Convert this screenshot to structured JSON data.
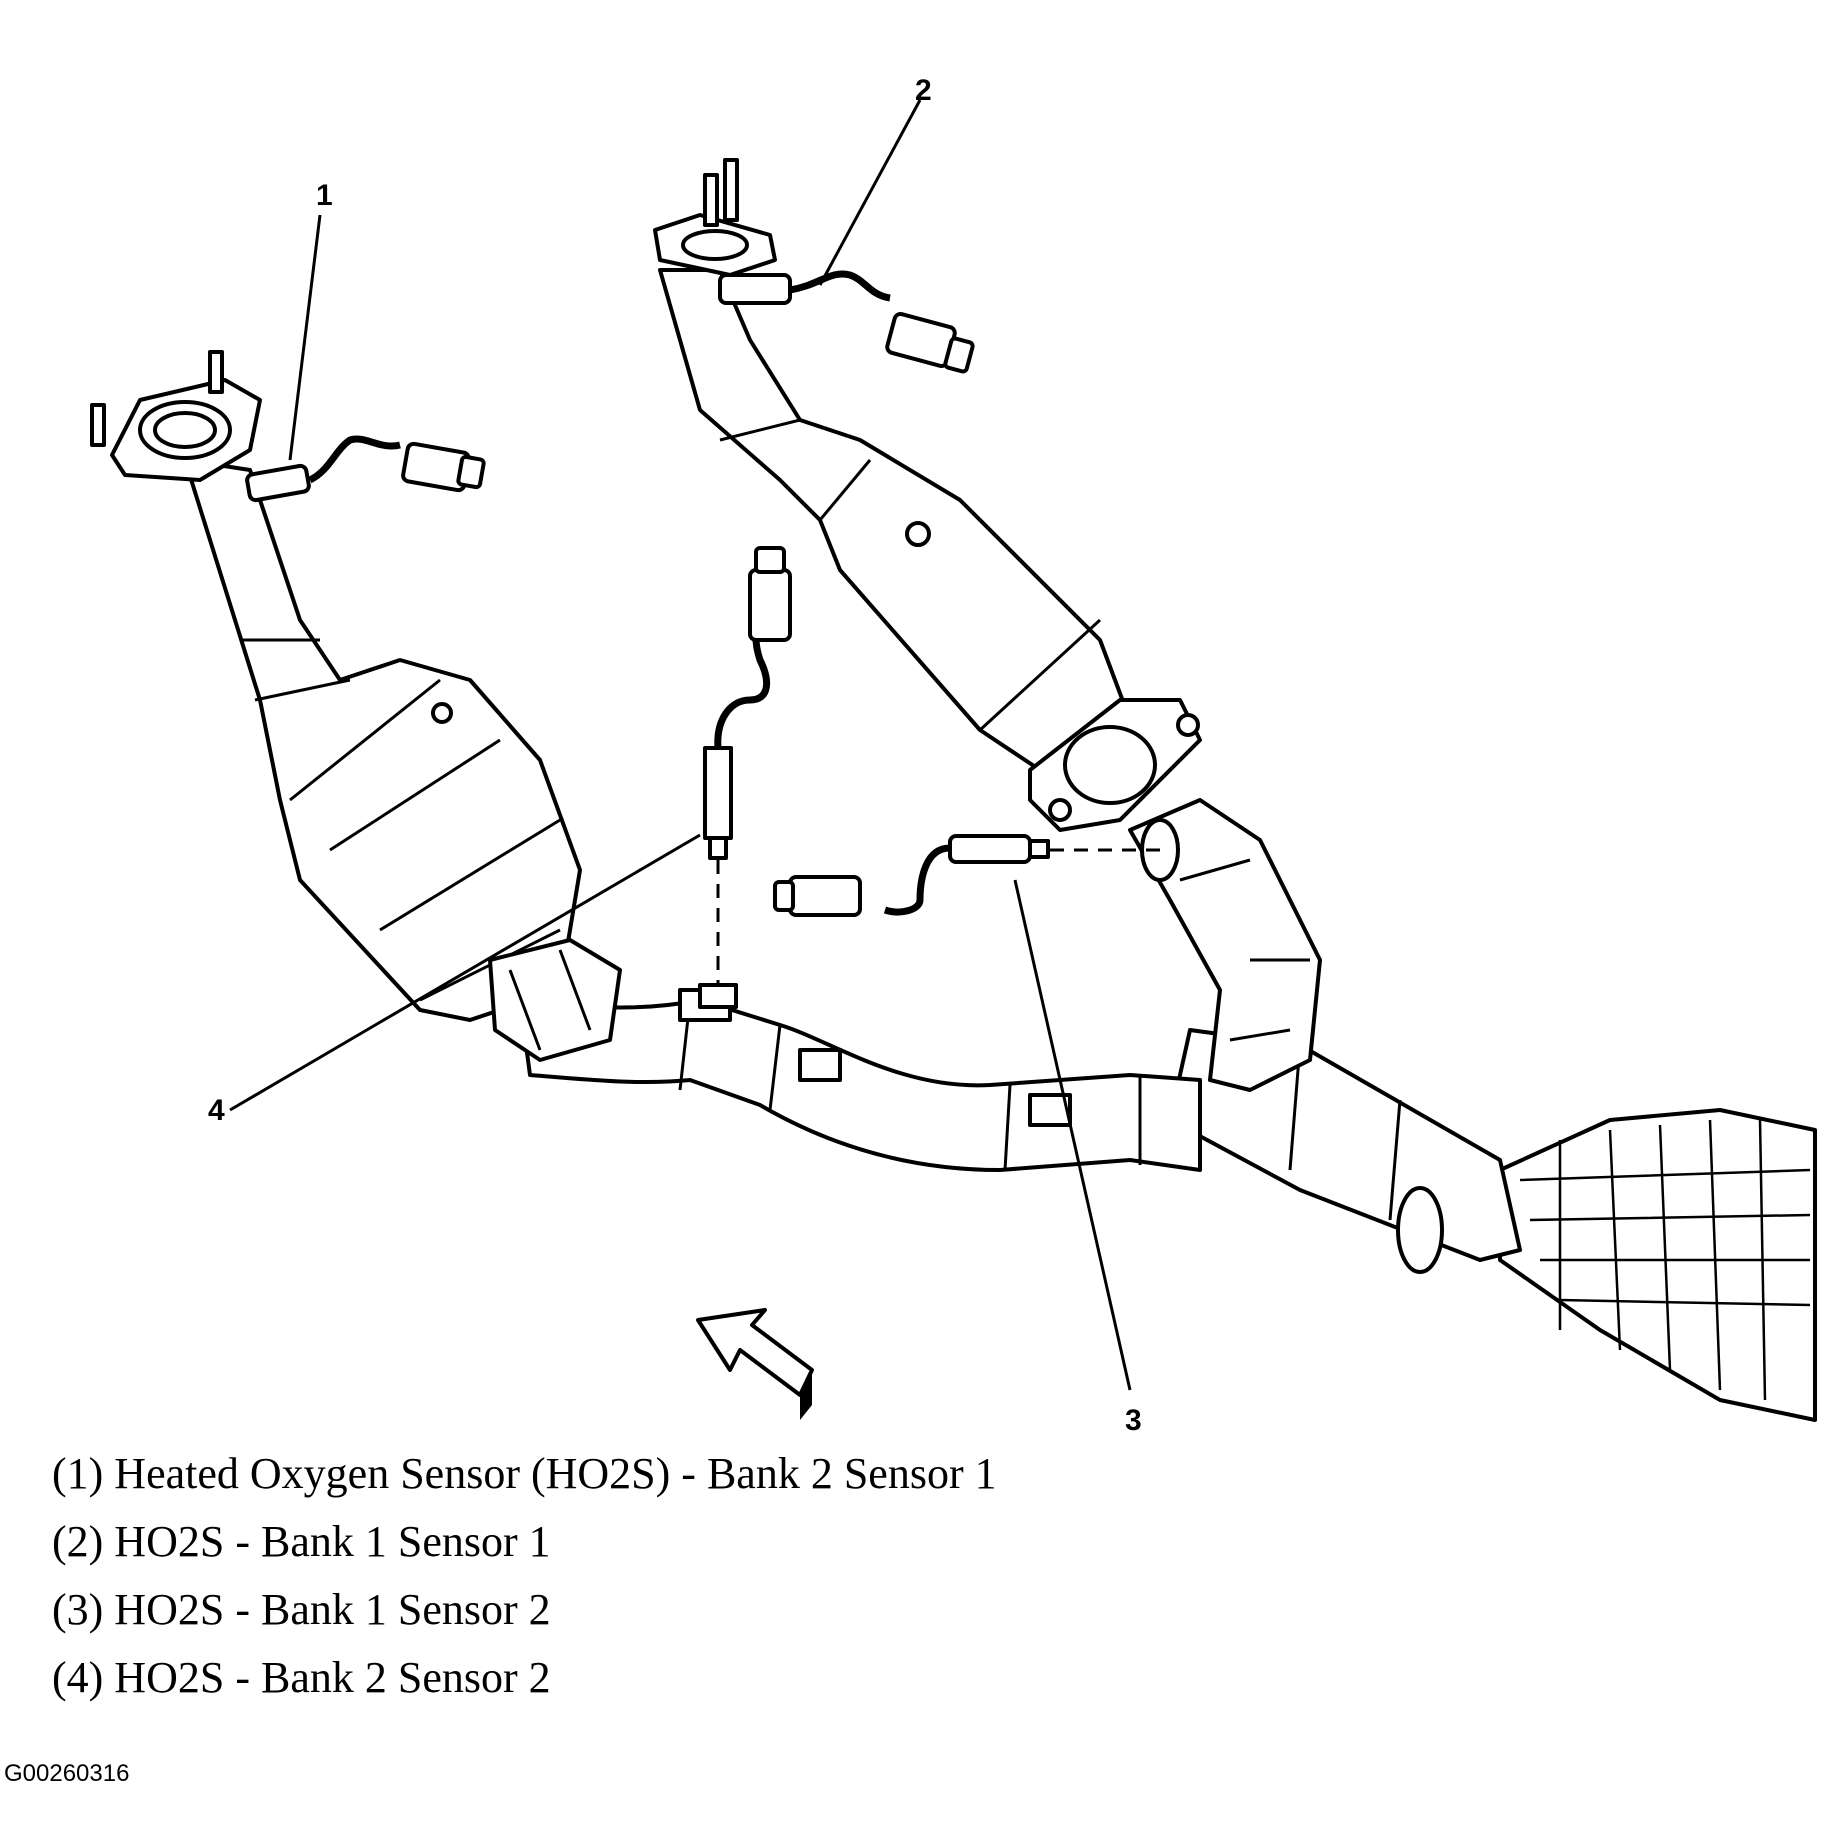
{
  "callouts": [
    {
      "number": "1"
    },
    {
      "number": "2"
    },
    {
      "number": "3"
    },
    {
      "number": "4"
    }
  ],
  "legend": [
    "(1) Heated Oxygen Sensor (HO2S) - Bank 2 Sensor 1",
    "(2) HO2S - Bank 1 Sensor 1",
    "(3) HO2S - Bank 1 Sensor 2",
    "(4) HO2S - Bank 2 Sensor 2"
  ],
  "figure_id": "G00260316"
}
